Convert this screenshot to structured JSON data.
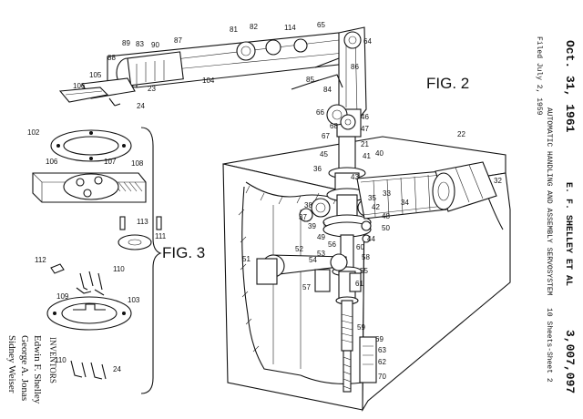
{
  "sheet": {
    "date": "Oct. 31, 1961",
    "inventor_line": "E. F. SHELLEY ET AL",
    "patent_number": "3,007,097",
    "filed": "Filed July 2, 1959",
    "title": "AUTOMATIC HANDLING AND ASSEMBLY SERVOSYSTEM",
    "sheets": "10 Sheets-Sheet 2"
  },
  "figures": {
    "fig2": "FIG. 2",
    "fig3": "FIG. 3"
  },
  "inventors": {
    "heading": "INVENTORS",
    "names": [
      "Edwin F. Shelley",
      "George A. Jonas",
      "Sidney Weiser"
    ]
  },
  "fig2_labels": [
    "81",
    "82",
    "114",
    "65",
    "64",
    "89",
    "83",
    "90",
    "87",
    "88",
    "105",
    "106",
    "23",
    "104",
    "24",
    "86",
    "85",
    "84",
    "66",
    "68",
    "46",
    "47",
    "67",
    "21",
    "45",
    "36",
    "41",
    "40",
    "22",
    "33",
    "32",
    "35",
    "34",
    "38",
    "37",
    "39",
    "42",
    "48",
    "50",
    "49",
    "44",
    "51",
    "52",
    "53",
    "54",
    "56",
    "55",
    "58",
    "60",
    "57",
    "61",
    "59",
    "69",
    "63",
    "62",
    "70",
    "43"
  ],
  "fig3_labels": [
    "102",
    "106",
    "107",
    "108",
    "113",
    "111",
    "112",
    "110",
    "109",
    "103",
    "24",
    "110"
  ]
}
